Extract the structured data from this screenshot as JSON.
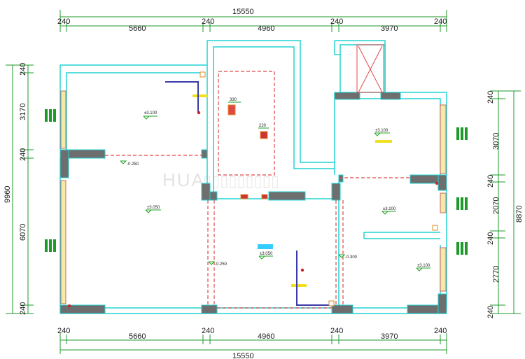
{
  "watermark": "HUA",
  "dims": {
    "top_total": "15550",
    "top_segments": [
      "240",
      "5660",
      "240",
      "4960",
      "240",
      "3970",
      "240"
    ],
    "bottom_total": "15550",
    "bottom_segments": [
      "240",
      "5660",
      "240",
      "4960",
      "240",
      "3970",
      "240"
    ],
    "left_total": "9960",
    "left_segments": [
      "240",
      "3170",
      "240",
      "6070",
      "240"
    ],
    "right_total": "8870",
    "right_segments": [
      "240",
      "3070",
      "240",
      "2070",
      "240",
      "2770",
      "240"
    ]
  },
  "levels": {
    "top_left_room": "±3.100",
    "top_right_room": "±3.100",
    "living_room": "±3.050",
    "middle_right_room": "±3.100",
    "bottom_center_room": "±3.050",
    "bottom_right_room": "±3.100",
    "left_passage": "-0.250",
    "center_passage": "-0.250",
    "right_passage": "-0.300"
  },
  "annotations": {
    "center_a": "330",
    "center_b": "220"
  },
  "colors": {
    "wall_outline": "#22d3d3",
    "wall_fill": "#6e6e6e",
    "dashed": "#e04848",
    "window": "#f5e9a8",
    "yellow_bar": "#f0e020",
    "purple": "#3a3aa8",
    "green": "#1d9a2a",
    "level_mark": "#20a020"
  }
}
